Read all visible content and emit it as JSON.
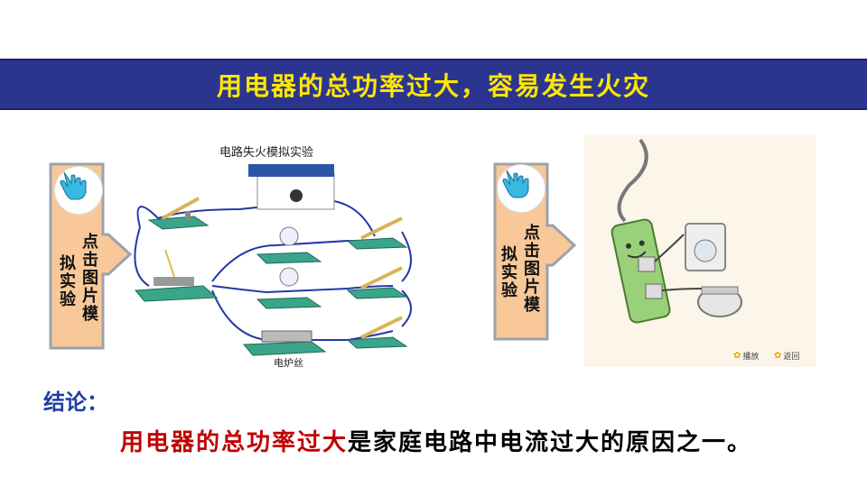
{
  "banner": {
    "title": "用电器的总功率过大，容易发生火灾"
  },
  "left_button": {
    "lines": [
      "点击图片模",
      "拟实验"
    ]
  },
  "right_button": {
    "lines": [
      "点击图片模",
      "拟实验"
    ]
  },
  "lab": {
    "title": "电路失火模拟实验",
    "heater_label": "电炉丝"
  },
  "cartoon": {
    "play_label": "播放",
    "back_label": "返回"
  },
  "conclusion": {
    "label": "结论：",
    "highlight": "用电器的总功率过大",
    "rest": "是家庭电路中电流过大的原因之一。"
  },
  "colors": {
    "banner_bg": "#2b3590",
    "banner_text": "#ffe600",
    "arrow_fill": "#f8c898",
    "highlight": "#c00000",
    "label": "#1f3ea8"
  }
}
